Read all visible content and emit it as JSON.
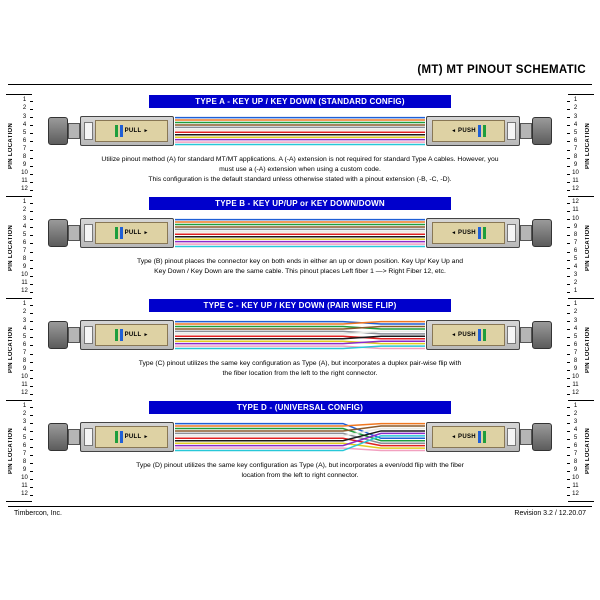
{
  "header": {
    "title": "(MT) MT PINOUT SCHEMATIC"
  },
  "footer": {
    "company": "Timbercon, Inc.",
    "revision": "Revision 3.2  /  12.20.07"
  },
  "pin_label": "PIN LOCATION",
  "title_bar_color": "#0000cc",
  "connector": {
    "left_label": "PULL",
    "right_label": "PUSH",
    "stripe_colors": [
      "#1e9e3c",
      "#1f5fd6"
    ]
  },
  "fiber_colors": [
    {
      "name": "blue",
      "hex": "#1f5fd6"
    },
    {
      "name": "orange",
      "hex": "#f07820"
    },
    {
      "name": "green",
      "hex": "#1e9e3c"
    },
    {
      "name": "brown",
      "hex": "#8a5a2a"
    },
    {
      "name": "slate",
      "hex": "#8a8f98"
    },
    {
      "name": "white",
      "hex": "#e9e9e3"
    },
    {
      "name": "red",
      "hex": "#e02020"
    },
    {
      "name": "black",
      "hex": "#1a1a1a"
    },
    {
      "name": "yellow",
      "hex": "#e0cd1f"
    },
    {
      "name": "violet",
      "hex": "#8a2bc9"
    },
    {
      "name": "rose",
      "hex": "#f2a0c0"
    },
    {
      "name": "aqua",
      "hex": "#28c8d8"
    }
  ],
  "sections": [
    {
      "id": "A",
      "title": "TYPE A - KEY UP / KEY DOWN (STANDARD CONFIG)",
      "description": "Utilize pinout method (A) for standard MT/MT applications. A (-A) extension is not required for standard Type A cables. However, you\nmust use a (-A) extension when using a custom code.\nThis configuration is the default standard unless otherwise stated with a pinout extension (-B, -C, -D).",
      "left_pins": [
        "1",
        "2",
        "3",
        "4",
        "5",
        "6",
        "7",
        "8",
        "9",
        "10",
        "11",
        "12"
      ],
      "right_pins": [
        "1",
        "2",
        "3",
        "4",
        "5",
        "6",
        "7",
        "8",
        "9",
        "10",
        "11",
        "12"
      ],
      "right_order": [
        1,
        2,
        3,
        4,
        5,
        6,
        7,
        8,
        9,
        10,
        11,
        12
      ]
    },
    {
      "id": "B",
      "title": "TYPE B - KEY UP/UP or KEY DOWN/DOWN",
      "description": "Type (B) pinout places the connector key on both ends in either an up or down position. Key Up/ Key Up and\nKey Down / Key Down are the same cable. This pinout places Left fiber 1 —> Right Fiber 12, etc.",
      "left_pins": [
        "1",
        "2",
        "3",
        "4",
        "5",
        "6",
        "7",
        "8",
        "9",
        "10",
        "11",
        "12"
      ],
      "right_pins": [
        "12",
        "11",
        "10",
        "9",
        "8",
        "7",
        "6",
        "5",
        "4",
        "3",
        "2",
        "1"
      ],
      "right_order": [
        1,
        2,
        3,
        4,
        5,
        6,
        7,
        8,
        9,
        10,
        11,
        12
      ]
    },
    {
      "id": "C",
      "title": "TYPE C - KEY UP / KEY DOWN (PAIR WISE FLIP)",
      "description": "Type (C) pinout utilizes the same key configuration as Type (A), but incorporates a duplex pair-wise flip with\nthe fiber location from the left to the right connector.",
      "left_pins": [
        "1",
        "2",
        "3",
        "4",
        "5",
        "6",
        "7",
        "8",
        "9",
        "10",
        "11",
        "12"
      ],
      "right_pins": [
        "1",
        "2",
        "3",
        "4",
        "5",
        "6",
        "7",
        "8",
        "9",
        "10",
        "11",
        "12"
      ],
      "right_order": [
        2,
        1,
        4,
        3,
        6,
        5,
        8,
        7,
        10,
        9,
        12,
        11
      ]
    },
    {
      "id": "D",
      "title": "TYPE D - (UNIVERSAL CONFIG)",
      "description": "Type (D) pinout utilizes the same key configuration as Type (A), but incorporates a even/odd flip with the fiber\nlocation from the left to right connector.",
      "left_pins": [
        "1",
        "2",
        "3",
        "4",
        "5",
        "6",
        "7",
        "8",
        "9",
        "10",
        "11",
        "12"
      ],
      "right_pins": [
        "1",
        "2",
        "3",
        "4",
        "5",
        "6",
        "7",
        "8",
        "9",
        "10",
        "11",
        "12"
      ],
      "right_order": [
        2,
        4,
        6,
        8,
        10,
        12,
        1,
        3,
        5,
        7,
        9,
        11
      ]
    }
  ]
}
